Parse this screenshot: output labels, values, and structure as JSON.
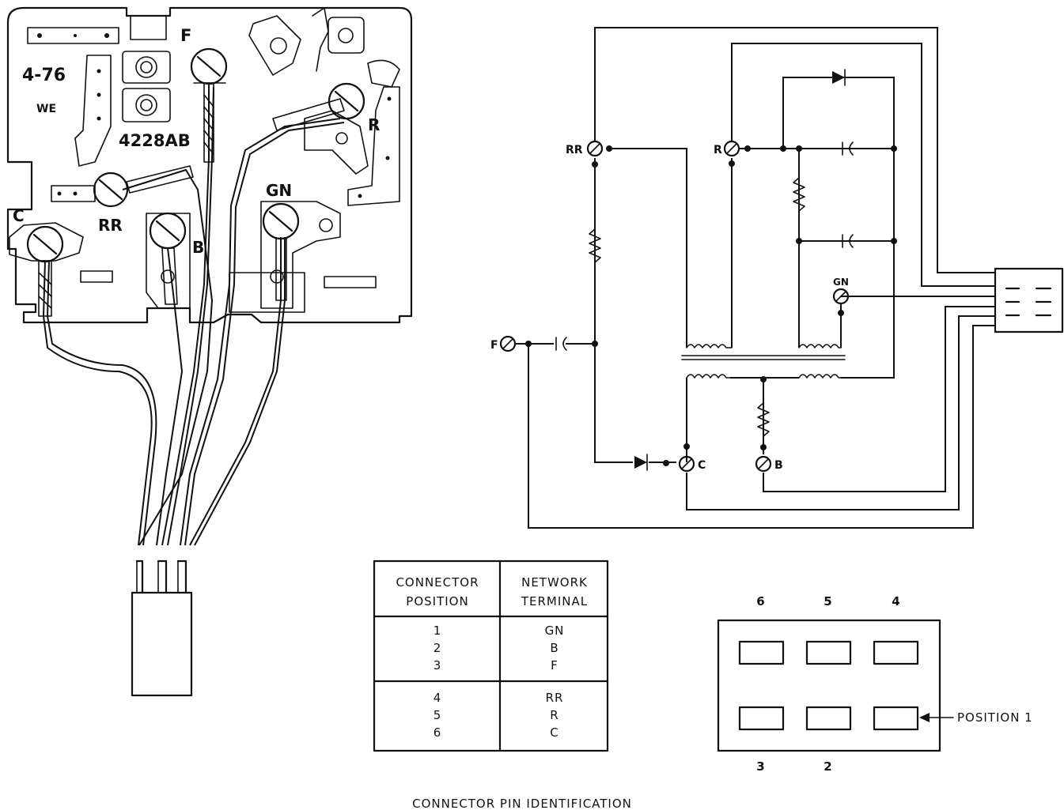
{
  "board": {
    "date_code": "4-76",
    "maker": "WE",
    "part_number": "4228AB",
    "terminals": {
      "F": "F",
      "R": "R",
      "RR": "RR",
      "GN": "GN",
      "C": "C",
      "B": "B"
    }
  },
  "schematic": {
    "terminals": {
      "RR": "RR",
      "R": "R",
      "GN": "GN",
      "F": "F",
      "C": "C",
      "B": "B"
    }
  },
  "table": {
    "headers": [
      [
        "CONNECTOR",
        "POSITION"
      ],
      [
        "NETWORK",
        "TERMINAL"
      ]
    ],
    "group1": {
      "positions": [
        "1",
        "2",
        "3"
      ],
      "terminals": [
        "GN",
        "B",
        "F"
      ]
    },
    "group2": {
      "positions": [
        "4",
        "5",
        "6"
      ],
      "terminals": [
        "RR",
        "R",
        "C"
      ]
    }
  },
  "connector_face": {
    "top_numbers": [
      "6",
      "5",
      "4"
    ],
    "bottom_numbers": [
      "3",
      "2"
    ],
    "position_label": "POSITION 1"
  },
  "caption": "CONNECTOR PIN IDENTIFICATION"
}
